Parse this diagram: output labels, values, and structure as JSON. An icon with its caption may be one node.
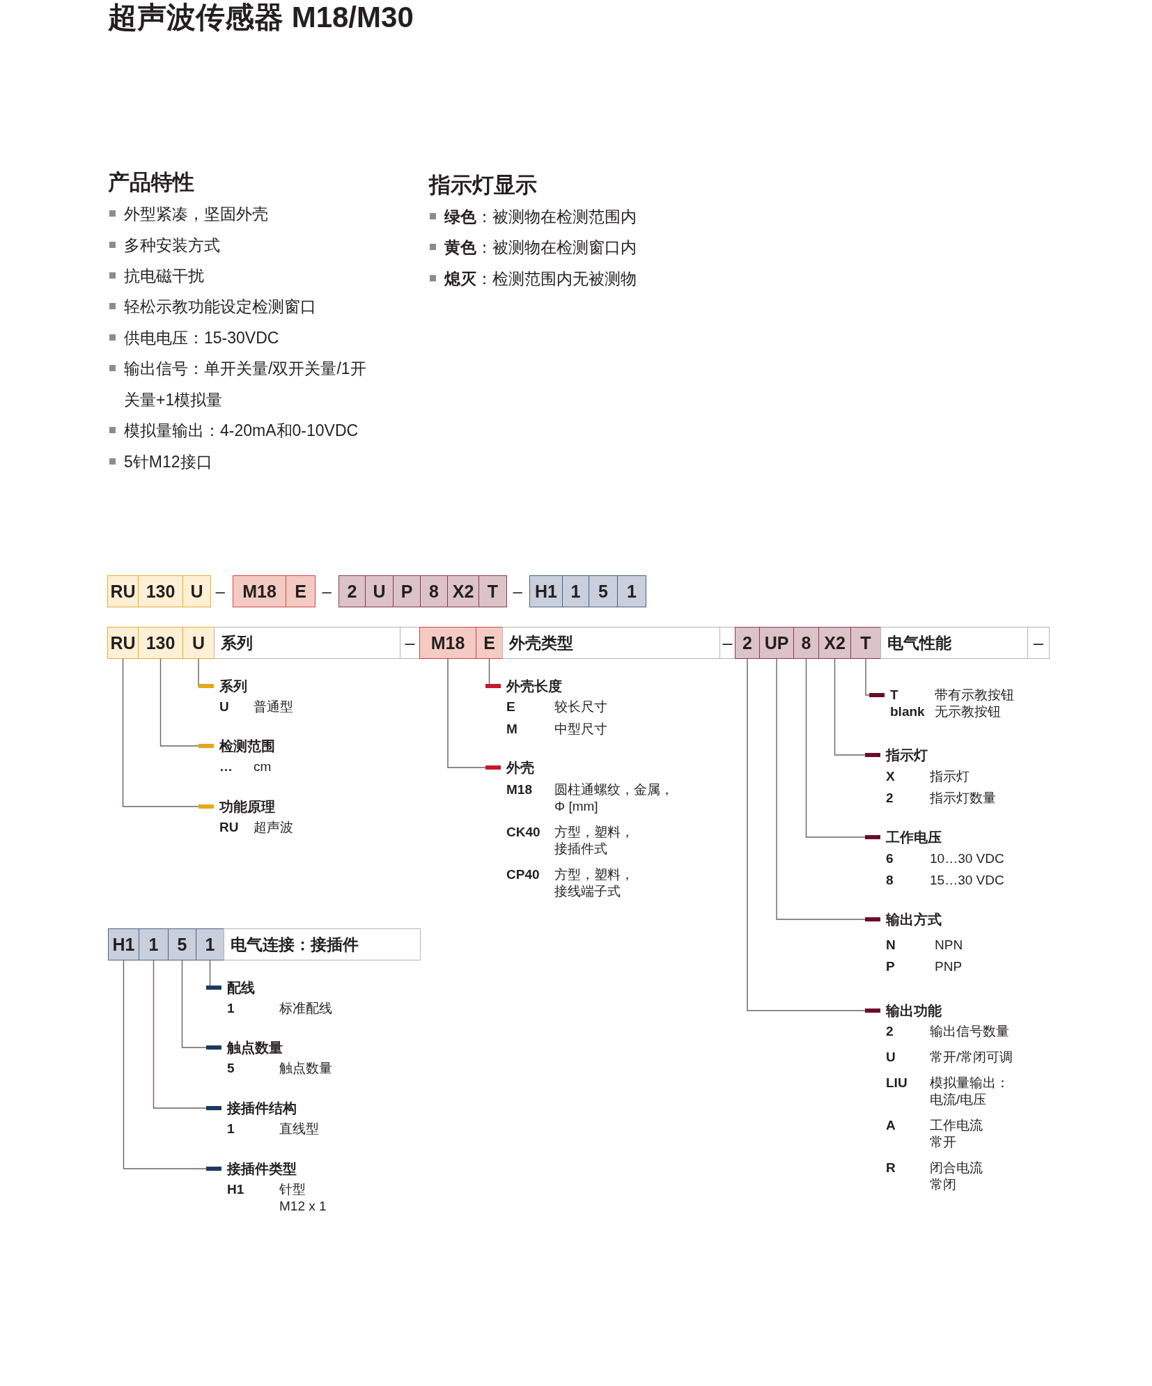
{
  "diagram": {
    "title": "超声波传感器 M18/M30",
    "nodes": [
      {
        "text": [
          "RU"
        ]
      },
      {
        "text": [
          "130"
        ]
      },
      {
        "text": [
          "U"
        ]
      },
      {
        "text": [
          "M18"
        ]
      },
      {
        "text": [
          "E"
        ]
      },
      {
        "text": [
          "2"
        ]
      },
      {
        "text": [
          "U"
        ]
      },
      {
        "text": [
          "P"
        ]
      },
      {
        "text": [
          "8"
        ]
      },
      {
        "text": [
          "X2"
        ]
      },
      {
        "text": [
          "T"
        ]
      },
      {
        "text": [
          "H1"
        ]
      },
      {
        "text": [
          "1"
        ]
      },
      {
        "text": [
          "5"
        ]
      },
      {
        "text": [
          "1"
        ]
      },
      {
        "text": [
          "RU"
        ]
      },
      {
        "text": [
          "130"
        ]
      },
      {
        "text": [
          "U"
        ]
      },
      {
        "text": [
          "系列"
        ]
      },
      {
        "text": [
          "–"
        ]
      },
      {
        "text": [
          "M18"
        ]
      },
      {
        "text": [
          "E"
        ]
      },
      {
        "text": [
          "外壳类型"
        ]
      },
      {
        "text": [
          "–"
        ]
      },
      {
        "text": [
          "2"
        ]
      },
      {
        "text": [
          "UP"
        ]
      },
      {
        "text": [
          "8"
        ]
      },
      {
        "text": [
          "X2"
        ]
      },
      {
        "text": [
          "T"
        ]
      },
      {
        "text": [
          "电气性能"
        ]
      },
      {
        "text": [
          "–"
        ]
      },
      {
        "text": [
          "系列",
          "U",
          "普通型"
        ]
      },
      {
        "text": [
          "检测范围",
          "…",
          "cm"
        ]
      },
      {
        "text": [
          "功能原理",
          "RU",
          "超声波"
        ]
      },
      {
        "text": [
          "外壳长度",
          "E",
          "较长尺寸",
          "M",
          "中型尺寸"
        ]
      },
      {
        "text": [
          "外壳",
          "M18",
          "圆柱通螺纹，金属，Φ [mm]",
          "CK40",
          "方型，塑料，接插件式",
          "CP40",
          "方型，塑料，接线端子式"
        ]
      },
      {
        "text": [
          "T",
          "带有示教按钮",
          "blank",
          "无示教按钮"
        ]
      },
      {
        "text": [
          "指示灯",
          "X",
          "指示灯",
          "2",
          "指示灯数量"
        ]
      },
      {
        "text": [
          "工作电压",
          "6",
          "10…30 VDC",
          "8",
          "15…30 VDC"
        ]
      },
      {
        "text": [
          "输出方式",
          "N",
          "NPN",
          "P",
          "PNP"
        ]
      },
      {
        "text": [
          "输出功能",
          "2",
          "输出信号数量",
          "U",
          "常开/常闭可调",
          "LIU",
          "模拟量输出：电流/电压",
          "A",
          "工作电流常开",
          "R",
          "闭合电流常闭"
        ]
      },
      {
        "text": [
          "H1"
        ]
      },
      {
        "text": [
          "1"
        ]
      },
      {
        "text": [
          "5"
        ]
      },
      {
        "text": [
          "1"
        ]
      },
      {
        "text": [
          "电气连接：接插件"
        ]
      },
      {
        "text": [
          "配线",
          "1",
          "标准配线"
        ]
      },
      {
        "text": [
          "触点数量",
          "5",
          "触点数量"
        ]
      },
      {
        "text": [
          "接插件结构",
          "1",
          "直线型"
        ]
      },
      {
        "text": [
          "接插件类型",
          "H1",
          "针型 M12 x 1"
        ]
      }
    ],
    "edges": [
      {
        "from": 17,
        "to": 31,
        "arrow": "other"
      },
      {
        "from": 16,
        "to": 32,
        "arrow": "other"
      },
      {
        "from": 15,
        "to": 33,
        "arrow": "other"
      },
      {
        "from": 21,
        "to": 34,
        "arrow": "other"
      },
      {
        "from": 20,
        "to": 35,
        "arrow": "other"
      },
      {
        "from": 28,
        "to": 36,
        "arrow": "other"
      },
      {
        "from": 27,
        "to": 37,
        "arrow": "other"
      },
      {
        "from": 26,
        "to": 38,
        "arrow": "other"
      },
      {
        "from": 25,
        "to": 39,
        "arrow": "other"
      },
      {
        "from": 24,
        "to": 40,
        "arrow": "other"
      },
      {
        "from": 44,
        "to": 46,
        "arrow": "other"
      },
      {
        "from": 43,
        "to": 47,
        "arrow": "other"
      },
      {
        "from": 42,
        "to": 48,
        "arrow": "other"
      },
      {
        "from": 41,
        "to": 49,
        "arrow": "other"
      }
    ],
    "labels": [
      "产品特性",
      "外型紧凑，坚固外壳",
      "多种安装方式",
      "抗电磁干扰",
      "轻松示教功能设定检测窗口",
      "供电电压：15-30VDC",
      "输出信号：单开关量/双开关量/1开关量+1模拟量",
      "模拟量输出：4-20mA和0-10VDC",
      "5针M12接口",
      "指示灯显示",
      "**绿色**：被测物在检测范围内",
      "**黄色**：被测物在检测窗口内",
      "**熄灭**：检测范围内无被测物",
      "–",
      "–",
      "–"
    ]
  }
}
